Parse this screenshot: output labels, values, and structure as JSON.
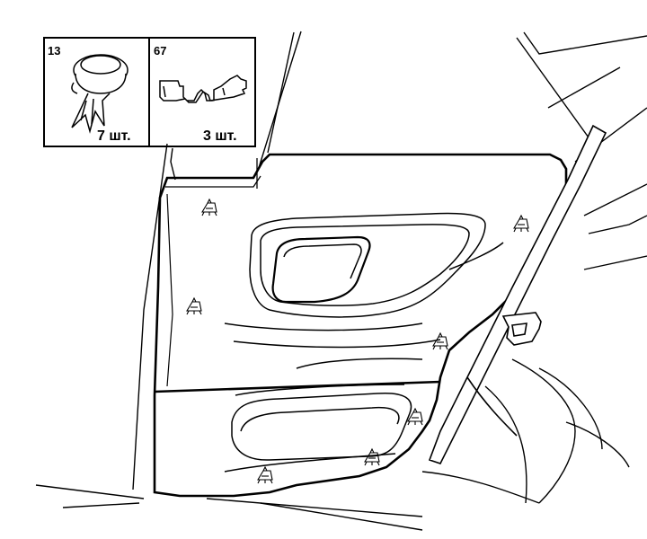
{
  "legend": {
    "items": [
      {
        "part_number": "13",
        "quantity": "7 шт.",
        "part_icon": "push-clip-icon"
      },
      {
        "part_number": "67",
        "quantity": "3 шт.",
        "part_icon": "retainer-clip-icon"
      }
    ]
  },
  "colors": {
    "line": "#000000",
    "background": "#ffffff"
  }
}
